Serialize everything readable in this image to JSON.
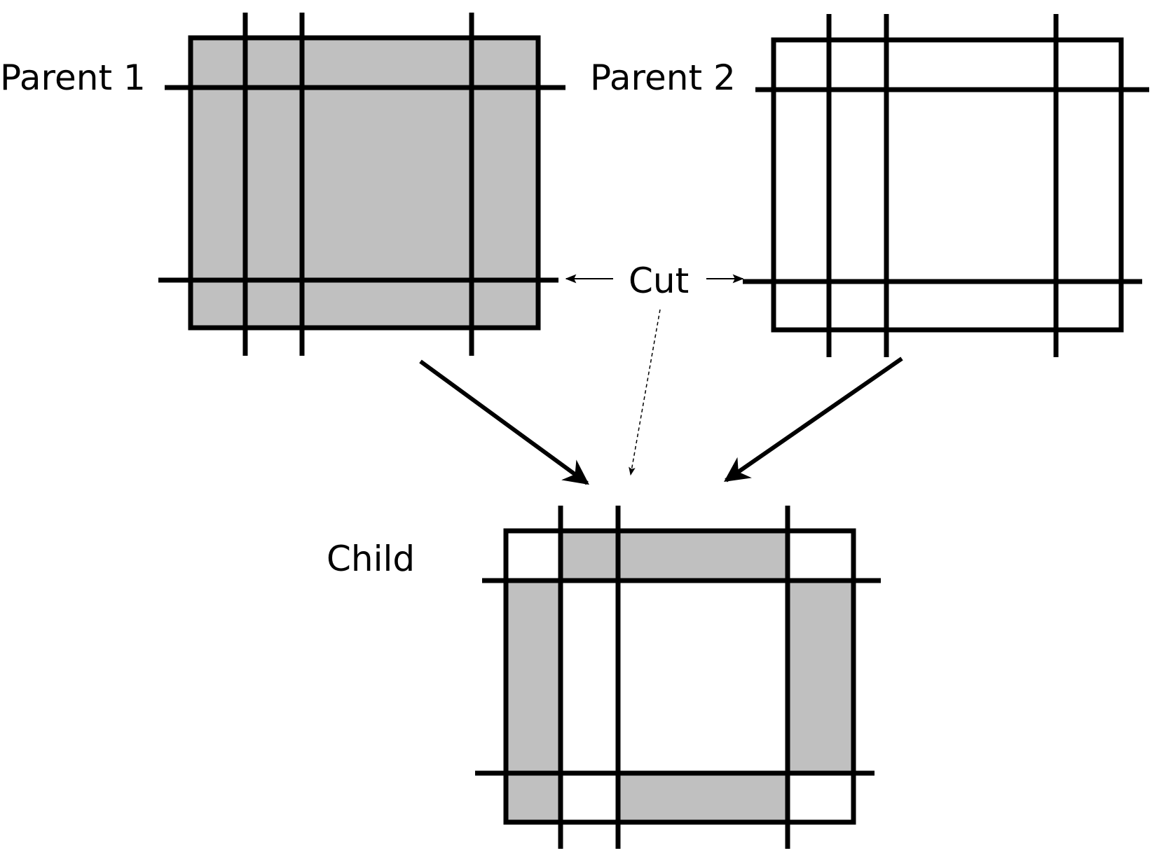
{
  "labels": {
    "parent1": "Parent 1",
    "parent2": "Parent 2",
    "cut": "Cut",
    "child": "Child"
  },
  "colors": {
    "parent1_fill": "#c0c0c0",
    "parent2_fill": "#ffffff",
    "child_inherited_fill": "#c0c0c0",
    "lines": "#000000"
  }
}
